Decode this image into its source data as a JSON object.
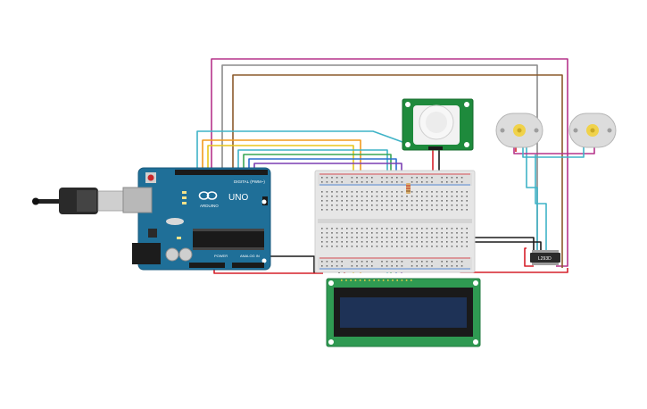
{
  "arduino": {
    "brand": "ARDUINO",
    "model": "UNO",
    "digital_header": "DIGITAL (PWM~)",
    "power_header": "POWER",
    "analog_header": "ANALOG IN",
    "icon": "arduino-infinity-logo"
  },
  "motor_driver": {
    "label": "L293D"
  },
  "pir_sensor": {
    "icon": "pir-dome"
  },
  "lcd": {
    "icon": "lcd-16x2"
  },
  "colors": {
    "arduino_board": "#1f6f98",
    "breadboard": "#e6e6e6",
    "pir_board": "#1e8a3c",
    "lcd_frame": "#2f9a52",
    "lcd_screen": "#1e3256",
    "motor_body": "#dcdcdc",
    "motor_shaft": "#f0d24a",
    "wire_magenta": "#b5338a",
    "wire_gray": "#8c8c8c",
    "wire_brown": "#8b5a2b",
    "wire_cyan": "#3fb3c7",
    "wire_orange": "#f29a1d",
    "wire_yellow": "#e8c51a",
    "wire_green": "#3aa655",
    "wire_blue": "#2b6fd0",
    "wire_purple": "#7b3fb3",
    "wire_red": "#d6202a",
    "wire_black": "#1a1a1a"
  }
}
